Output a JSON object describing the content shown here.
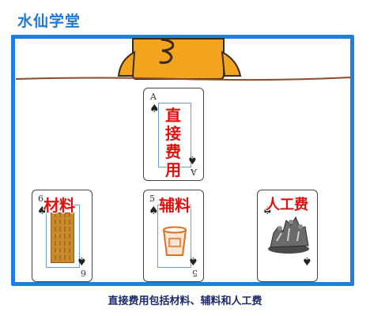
{
  "brand": {
    "name": "水仙学堂"
  },
  "cards": {
    "top": {
      "rank": "A",
      "suit_icon": "spade-icon",
      "label_lines": [
        "直",
        "接",
        "费",
        "用"
      ]
    },
    "materials": {
      "rank": "6",
      "suit_icon": "spade-icon",
      "label": "材料",
      "picture_icon": "wood-plank-icon"
    },
    "auxiliary": {
      "rank": "5",
      "suit_icon": "spade-icon",
      "label": "辅料",
      "picture_icon": "plastic-cup-icon"
    },
    "labor": {
      "rank": "",
      "suit_icon": "spade-icon",
      "label": "人工费",
      "picture_icon": "workers-sculpture-icon"
    }
  },
  "caption": {
    "text": "直接费用包括材料、辅料和人工费"
  },
  "colors": {
    "brand_blue": "#1e78d6",
    "frame_blue": "#1e7fe0",
    "label_red": "#e01010",
    "caption_navy": "#1a2a6c",
    "mascot_orange": "#f2a41e"
  }
}
